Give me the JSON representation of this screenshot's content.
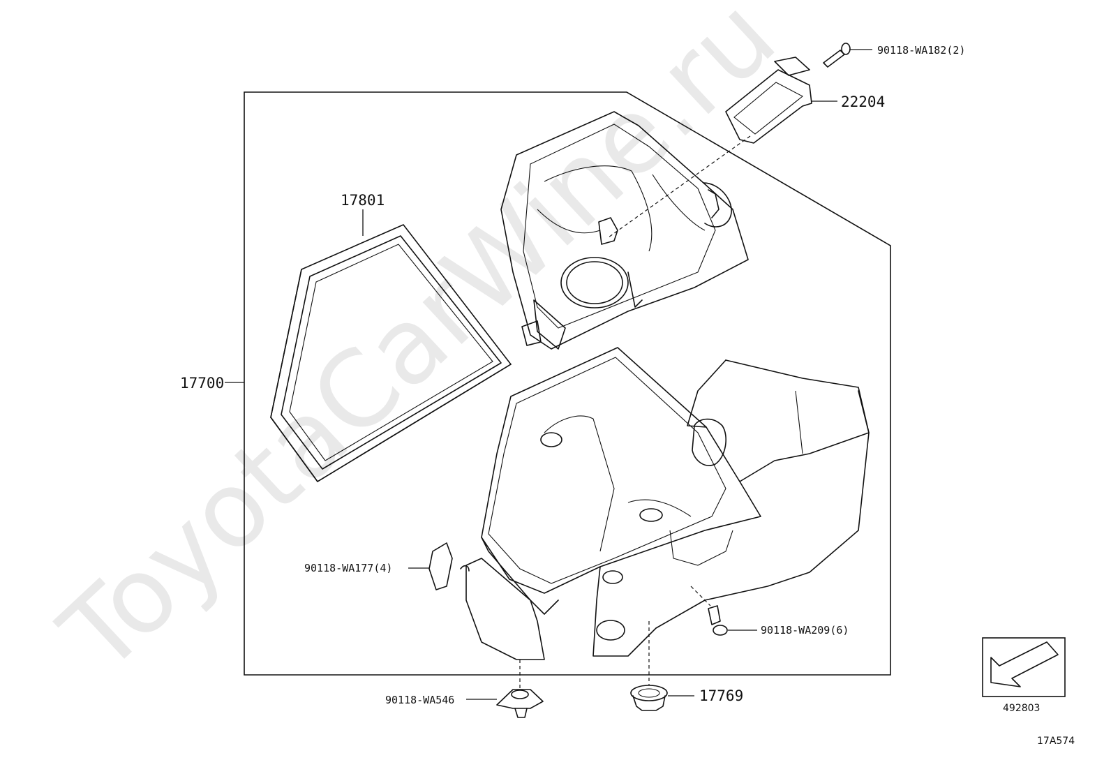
{
  "watermark": "ToyotaCarWine.ru",
  "callouts": {
    "bolt_mafs": "90118-WA182(2)",
    "mass_air_flow_sensor": "22204",
    "air_filter": "17801",
    "air_cleaner_assy": "17700",
    "clip": "90118-WA177(4)",
    "screw": "90118-WA209(6)",
    "grommet_bracket": "90118-WA546",
    "grommet": "17769"
  },
  "view_indicator": {
    "icon": "direction-arrow-icon",
    "code": "492803"
  },
  "diagram_id": "17A574",
  "colors": {
    "line": "#111111",
    "watermark": "#e9e9e9",
    "background": "#ffffff"
  }
}
